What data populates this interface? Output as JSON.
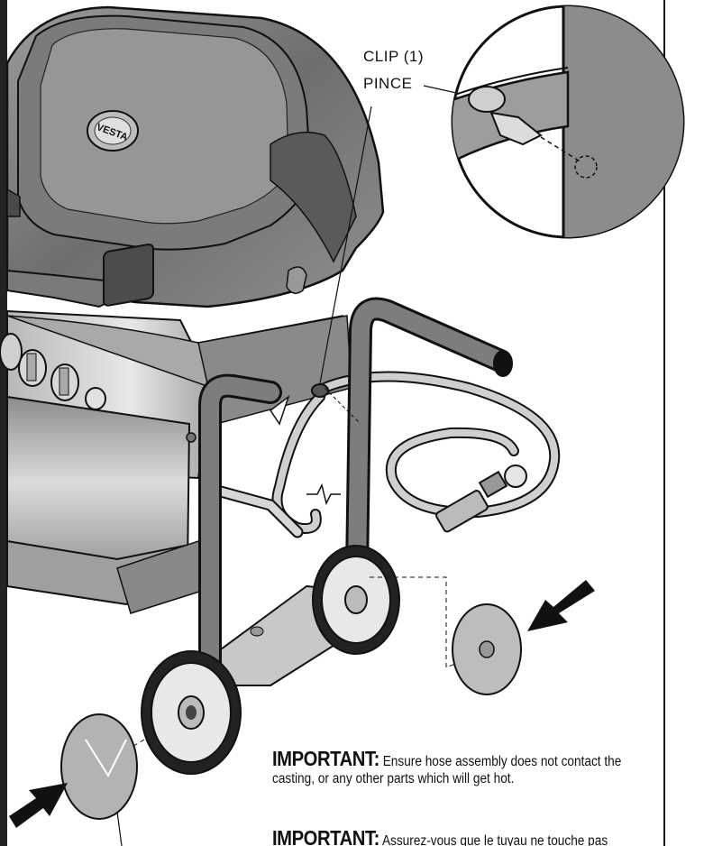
{
  "callout": {
    "clip_en": "CLIP (1)",
    "clip_fr": "PINCE"
  },
  "grill": {
    "logo_text": "VESTA"
  },
  "notes": {
    "important_en_heading": "IMPORTANT:",
    "important_en_text": "Ensure hose assembly does not contact the casting, or any other parts which will get hot.",
    "important_fr_heading": "IMPORTANT:",
    "important_fr_text": "Assurez-vous que le tuyau ne touche pas"
  },
  "colors": {
    "grill_dark": "#5f5f5f",
    "grill_mid": "#8a8a8a",
    "grill_light": "#c4c4c4",
    "outline": "#111111"
  }
}
